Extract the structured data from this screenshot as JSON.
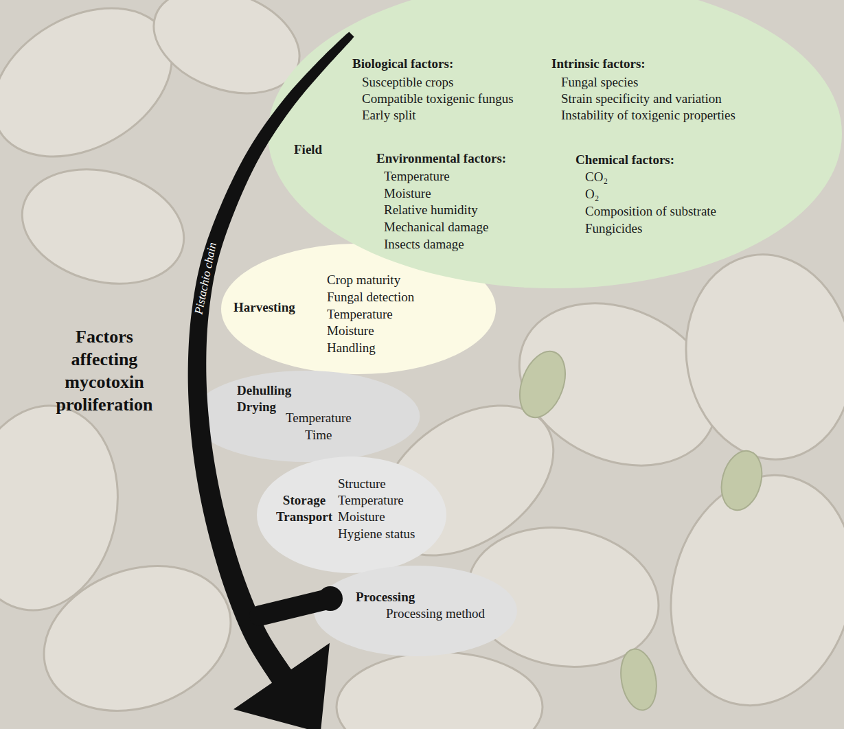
{
  "diagram": {
    "title": "Factors affecting mycotoxin proliferation",
    "nodes": [
      {
        "text": [
          "Field",
          "Biological factors:",
          "Susceptible crops",
          "Compatible toxigenic fungus",
          "Early split",
          "Intrinsic factors:",
          "Fungal species",
          "Strain specificity and variation",
          "Instability of toxigenic properties",
          "Environmental factors:",
          "Temperature",
          "Moisture",
          "Relative humidity",
          "Mechanical damage",
          "Insects damage",
          "Chemical factors:",
          "CO₂",
          "O₂",
          "Composition of substrate",
          "Fungicides"
        ]
      },
      {
        "text": [
          "Harvesting",
          "Crop maturity",
          "Fungal detection",
          "Temperature",
          "Moisture",
          "Handling"
        ]
      },
      {
        "text": [
          "Dehulling Drying",
          "Temperature",
          "Time"
        ]
      },
      {
        "text": [
          "Storage Transport",
          "Structure",
          "Temperature",
          "Moisture",
          "Hygiene status"
        ]
      },
      {
        "text": [
          "Processing",
          "Processing method"
        ]
      }
    ],
    "labels": [
      "Pistachio chain"
    ]
  }
}
